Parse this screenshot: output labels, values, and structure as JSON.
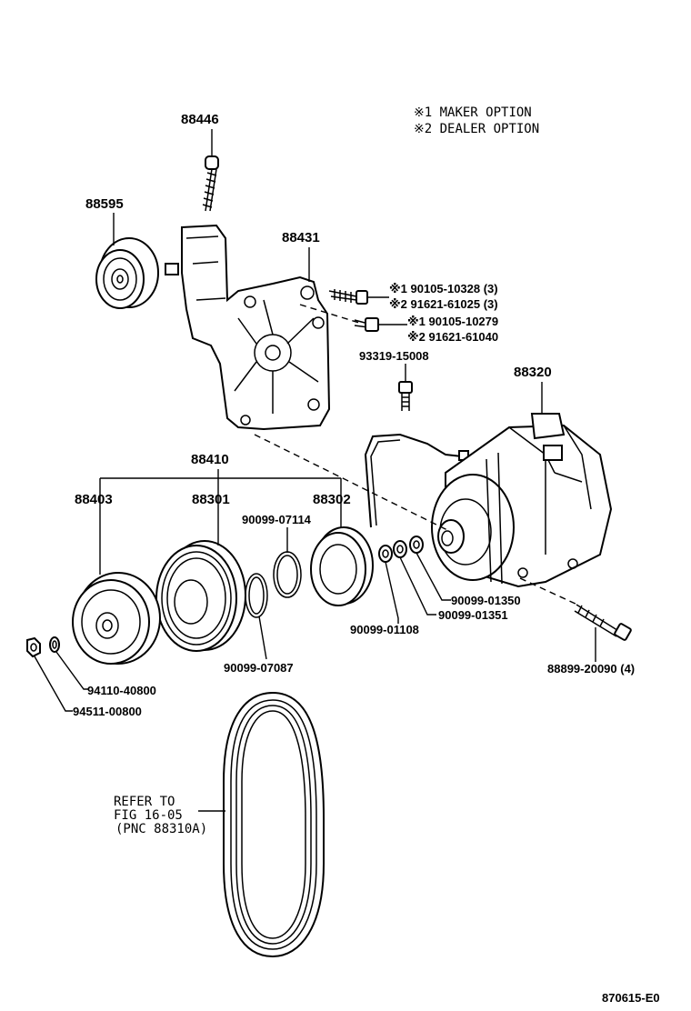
{
  "legend": {
    "maker": "※1 MAKER OPTION",
    "dealer": "※2 DEALER OPTION"
  },
  "parts": {
    "p88446": "88446",
    "p88595": "88595",
    "p88431": "88431",
    "bolt1_maker": "※1 90105-10328 (3)",
    "bolt1_dealer": "※2 91621-61025 (3)",
    "bolt2_maker": "※1 90105-10279",
    "bolt2_dealer": "※2 91621-61040",
    "p93319": "93319-15008",
    "p88320": "88320",
    "p88410": "88410",
    "p88403": "88403",
    "p88301": "88301",
    "p88302": "88302",
    "p90099_07114": "90099-07114",
    "p90099_01350": "90099-01350",
    "p90099_01351": "90099-01351",
    "p90099_01108": "90099-01108",
    "p88899": "88899-20090 (4)",
    "p90099_07087": "90099-07087",
    "p94110": "94110-40800",
    "p94511": "94511-00800"
  },
  "belt_note": {
    "line1": "REFER TO",
    "line2": "FIG 16-05",
    "line3": "(PNC 88310A)"
  },
  "figure_code": "870615-E0"
}
